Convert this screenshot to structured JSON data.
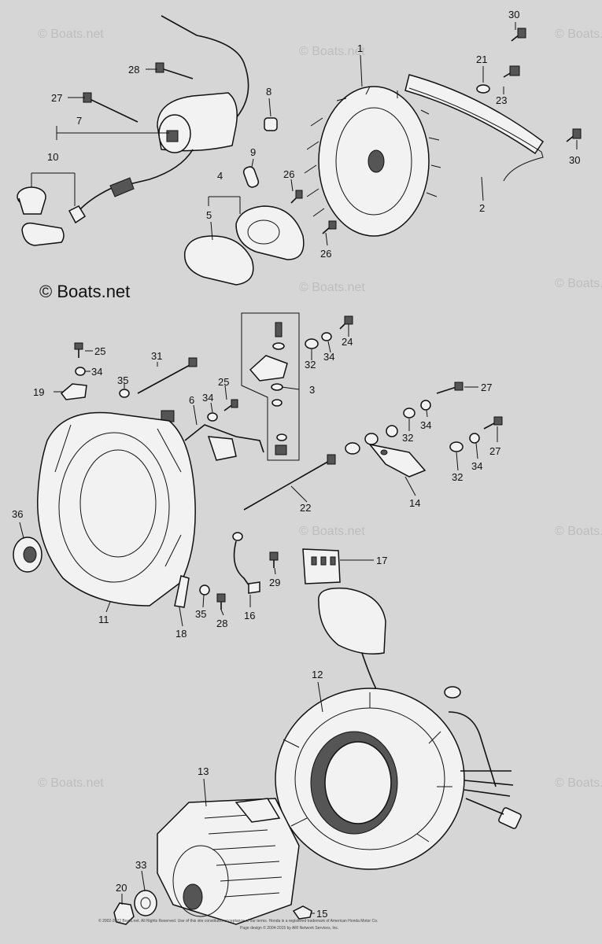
{
  "brand_watermark": "© Boats.net",
  "faint_watermark": "© Boats.net",
  "copyright_lines": [
    "© 2002-2022 Boats.net. All Rights Reserved. Use of this site constitutes acceptance of our terms. Honda is a registered trademark of American Honda Motor Co.",
    "Page design © 2004-2015 by ARI Network Services, Inc."
  ],
  "callouts": [
    {
      "id": "c30a",
      "number": "30"
    },
    {
      "id": "c1",
      "number": "1"
    },
    {
      "id": "c21",
      "number": "21"
    },
    {
      "id": "c23",
      "number": "23"
    },
    {
      "id": "c28a",
      "number": "28"
    },
    {
      "id": "c8",
      "number": "8"
    },
    {
      "id": "c27a",
      "number": "27"
    },
    {
      "id": "c7",
      "number": "7"
    },
    {
      "id": "c10",
      "number": "10"
    },
    {
      "id": "c9",
      "number": "9"
    },
    {
      "id": "c4",
      "number": "4"
    },
    {
      "id": "c26a",
      "number": "26"
    },
    {
      "id": "c5",
      "number": "5"
    },
    {
      "id": "c26b",
      "number": "26"
    },
    {
      "id": "c2",
      "number": "2"
    },
    {
      "id": "c30b",
      "number": "30"
    },
    {
      "id": "c24",
      "number": "24"
    },
    {
      "id": "c32a",
      "number": "32"
    },
    {
      "id": "c34a",
      "number": "34"
    },
    {
      "id": "c25a",
      "number": "25"
    },
    {
      "id": "c34b",
      "number": "34"
    },
    {
      "id": "c31",
      "number": "31"
    },
    {
      "id": "c35a",
      "number": "35"
    },
    {
      "id": "c19",
      "number": "19"
    },
    {
      "id": "c25b",
      "number": "25"
    },
    {
      "id": "c6",
      "number": "6"
    },
    {
      "id": "c34c",
      "number": "34"
    },
    {
      "id": "c3",
      "number": "3"
    },
    {
      "id": "c27b",
      "number": "27"
    },
    {
      "id": "c34d",
      "number": "34"
    },
    {
      "id": "c32b",
      "number": "32"
    },
    {
      "id": "c27c",
      "number": "27"
    },
    {
      "id": "c34e",
      "number": "34"
    },
    {
      "id": "c32c",
      "number": "32"
    },
    {
      "id": "c14",
      "number": "14"
    },
    {
      "id": "c22",
      "number": "22"
    },
    {
      "id": "c36",
      "number": "36"
    },
    {
      "id": "c17",
      "number": "17"
    },
    {
      "id": "c29",
      "number": "29"
    },
    {
      "id": "c11",
      "number": "11"
    },
    {
      "id": "c35b",
      "number": "35"
    },
    {
      "id": "c28b",
      "number": "28"
    },
    {
      "id": "c16",
      "number": "16"
    },
    {
      "id": "c18",
      "number": "18"
    },
    {
      "id": "c12",
      "number": "12"
    },
    {
      "id": "c13",
      "number": "13"
    },
    {
      "id": "c33",
      "number": "33"
    },
    {
      "id": "c20",
      "number": "20"
    },
    {
      "id": "c15",
      "number": "15"
    }
  ]
}
